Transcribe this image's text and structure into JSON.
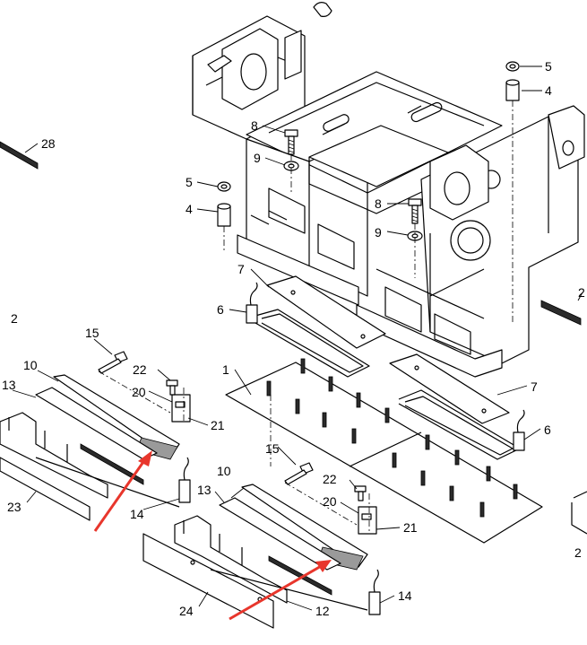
{
  "callouts": {
    "c1": "1",
    "c2a": "2",
    "c2b": "2",
    "c2c": "2",
    "c4a": "4",
    "c4b": "4",
    "c5a": "5",
    "c5b": "5",
    "c6a": "6",
    "c6b": "6",
    "c7a": "7",
    "c7b": "7",
    "c8a": "8",
    "c8b": "8",
    "c9a": "9",
    "c9b": "9",
    "c10a": "10",
    "c10b": "10",
    "c12": "12",
    "c13a": "13",
    "c13b": "13",
    "c14a": "14",
    "c14b": "14",
    "c15a": "15",
    "c15b": "15",
    "c20a": "20",
    "c20b": "20",
    "c21a": "21",
    "c21b": "21",
    "c22a": "22",
    "c22b": "22",
    "c23": "23",
    "c24": "24",
    "c28": "28"
  },
  "colors": {
    "line": "#000000",
    "background": "#ffffff",
    "arrow": "#e8362c"
  }
}
